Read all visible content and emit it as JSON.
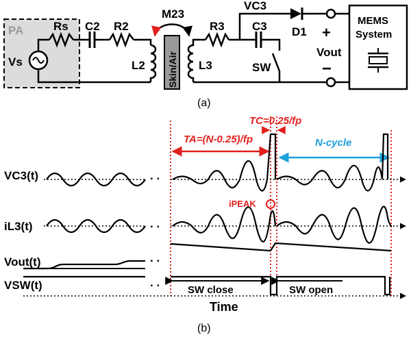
{
  "circuit": {
    "pa_label": "PA",
    "vs_label": "Vs",
    "rs_label": "Rs",
    "c2_label": "C2",
    "r2_label": "R2",
    "l2_label": "L2",
    "m23_label": "M23",
    "skin_label": "Skin/Air",
    "r3_label": "R3",
    "l3_label": "L3",
    "c3_label": "C3",
    "sw_label": "SW",
    "vc3_label": "VC3",
    "d1_label": "D1",
    "plus_label": "+",
    "minus_label": "−",
    "vout_label": "Vout",
    "mems_label_1": "MEMS",
    "mems_label_2": "System",
    "caption": "(a)"
  },
  "timing": {
    "tc_label": "TC=0.25/fp",
    "ta_label": "TA=(N-0.25)/fp",
    "ncycle_label": "N-cycle",
    "ipeak_label": "iPEAK",
    "row_vc3": "VC3(t)",
    "row_il3": "iL3(t)",
    "row_vout": "Vout(t)",
    "row_vsw": "VSW(t)",
    "sw_close": "SW close",
    "sw_open": "SW open",
    "time_label": "Time",
    "caption": "(b)",
    "ellipsis": ". ."
  },
  "colors": {
    "accent_red": "#e0211d",
    "accent_blue": "#1f9fdb",
    "pa_box": "#dcdcdc",
    "skin_box": "#9a9a9a"
  }
}
